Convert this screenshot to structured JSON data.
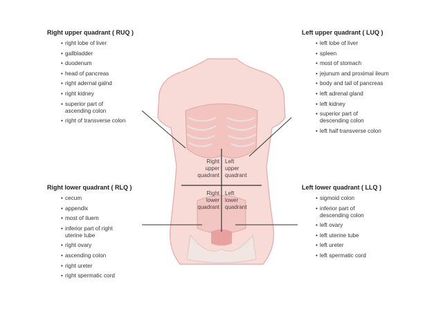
{
  "ruq": {
    "title": "Right upper quadrant  ( RUQ )",
    "items": [
      "right lobe of liver",
      "gallbladder",
      "duodenum",
      "head of pancreas",
      "right adernal galnd",
      "right kidney",
      "superior part of ascending colon",
      "right of transverse colon"
    ]
  },
  "luq": {
    "title": "Left upper quadrant  ( LUQ )",
    "items": [
      "left lobe of liver",
      "spleen",
      "most of stomach",
      "jejunum and proximal ileum",
      "body and tail of pancreas",
      "left adrenal gland",
      "left kidney",
      "superior part of descending colon",
      "left half transverse colon"
    ]
  },
  "rlq": {
    "title": "Right lower quadrant  ( RLQ )",
    "items": [
      "cecum",
      "appendix",
      "most of iluem",
      "inferior part of right uterine tube",
      "right ovary",
      "ascending colon",
      "right ureter",
      "right spermatic cord"
    ]
  },
  "llq": {
    "title": "Left lower quadrant  ( LLQ )",
    "items": [
      "sigmoid colon",
      "inferior part of descending colon",
      "left ovary",
      "left uterine tube",
      "left ureter",
      "left spermatic cord"
    ]
  },
  "figure_labels": {
    "ru": [
      "Right",
      "upper",
      "quadrant"
    ],
    "lu": [
      "Left",
      "upper",
      "quadrant"
    ],
    "rl": [
      "Right",
      "lower",
      "quadrant"
    ],
    "ll": [
      "Left",
      "lower",
      "quadrant"
    ]
  },
  "colors": {
    "skin": "#f6d3cf",
    "skin_dark": "#e9b1ad",
    "organ": "#e69a98"
  }
}
